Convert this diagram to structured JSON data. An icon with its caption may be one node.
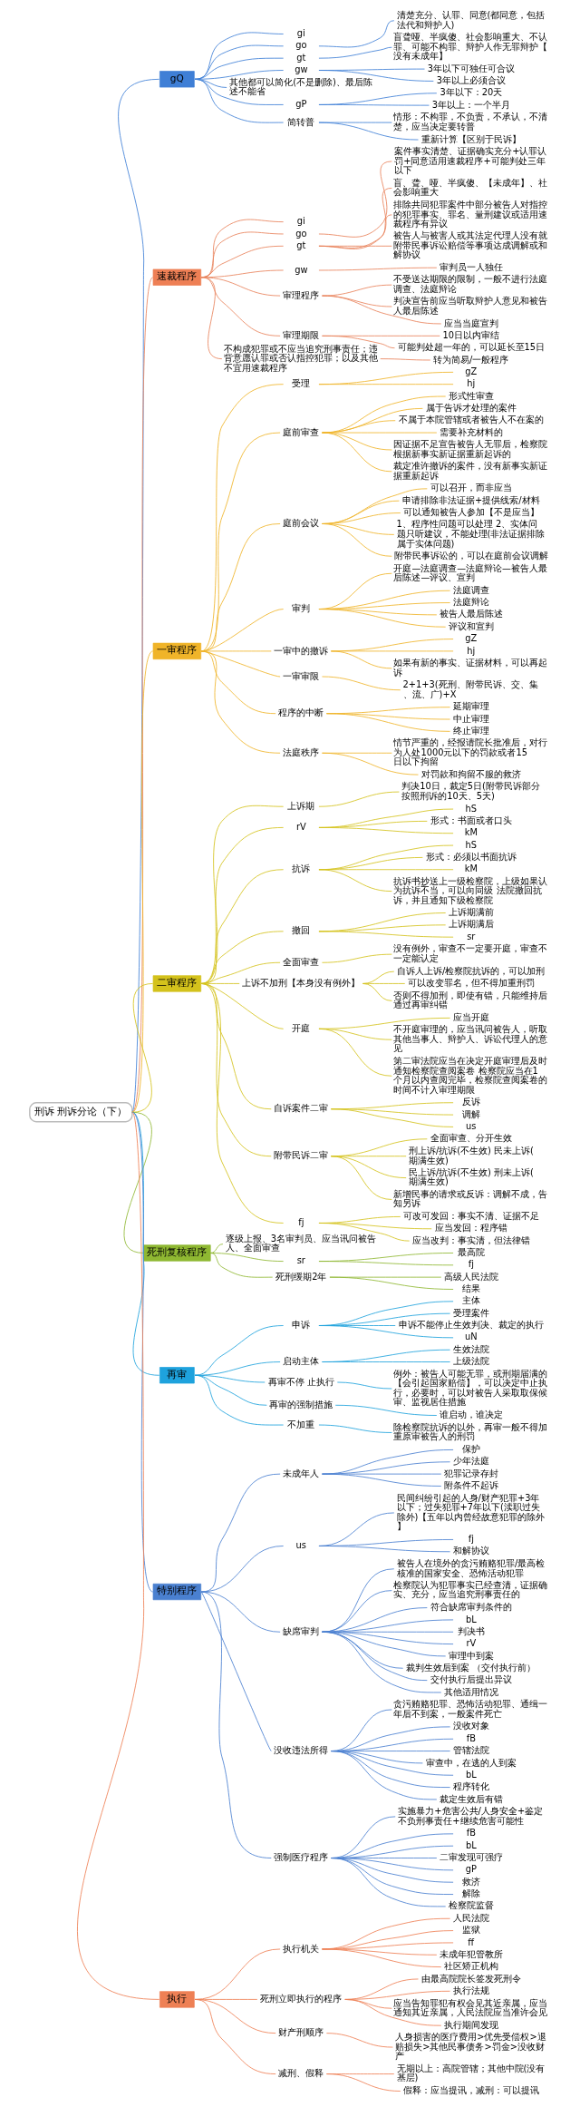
{
  "diagram": {
    "nodes": [
      {
        "text": [
          "刑诉 刑诉分论（下）"
        ]
      },
      {
        "text": [
          "gQ"
        ]
      },
      {
        "text": [
          "gi"
        ]
      },
      {
        "text": [
          "go"
        ]
      },
      {
        "text": [
          "清楚充分、认罪、同意(都同意，包括法代和辩护人)"
        ]
      },
      {
        "text": [
          "gt"
        ]
      },
      {
        "text": [
          "盲聋哑、半疯傻、社会影响重大、不认罪、可能不构罪、辩护人作无罪辩护【没有未成年】"
        ]
      },
      {
        "text": [
          "gw"
        ]
      },
      {
        "text": [
          "3年以下可独任可合议"
        ]
      },
      {
        "text": [
          "3年以上必须合议"
        ]
      },
      {
        "text": [
          "其他都可以简化(不是删除)、最后陈述不能省"
        ]
      },
      {
        "text": [
          "gP"
        ]
      },
      {
        "text": [
          "3年以下：20天"
        ]
      },
      {
        "text": [
          "3年以上：一个半月"
        ]
      },
      {
        "text": [
          "简转普"
        ]
      },
      {
        "text": [
          "情形：不构罪，不负责，不承认，不清楚，应当决定要转普"
        ]
      },
      {
        "text": [
          "重新计算【区别于民诉】"
        ]
      },
      {
        "text": [
          "速裁程序"
        ]
      },
      {
        "text": [
          "gi"
        ]
      },
      {
        "text": [
          "go"
        ]
      },
      {
        "text": [
          "案件事实清楚、证据确实充分+认罪认罚+同意适用速裁程序+可能判处三年以下"
        ]
      },
      {
        "text": [
          "gt"
        ]
      },
      {
        "text": [
          "盲、聋、哑、半疯傻、【未成年】、社会影响重大"
        ]
      },
      {
        "text": [
          "排除共同犯罪案件中部分被告人对指控的犯罪事实、罪名、量刑建议或适用速裁程序有异议"
        ]
      },
      {
        "text": [
          "被告人与被害人或其法定代理人没有就附带民事诉讼赔偿等事项达成调解或和解协议"
        ]
      },
      {
        "text": [
          "gw"
        ]
      },
      {
        "text": [
          "审判员一人独任"
        ]
      },
      {
        "text": [
          "审理程序"
        ]
      },
      {
        "text": [
          "不受送达期限的限制，一般不进行法庭调查、法庭辩论"
        ]
      },
      {
        "text": [
          "判决宣告前应当听取辩护人意见和被告人最后陈述"
        ]
      },
      {
        "text": [
          "应当当庭宣判"
        ]
      },
      {
        "text": [
          "审理期限"
        ]
      },
      {
        "text": [
          "10日以内审结"
        ]
      },
      {
        "text": [
          "可能判处超一年的，可以延长至15日"
        ]
      },
      {
        "text": [
          "不构成犯罪或不应当追究刑事责任；违背意愿认罪或否认指控犯罪；以及其他不宜用速裁程序"
        ]
      },
      {
        "text": [
          "转为简易/一般程序"
        ]
      },
      {
        "text": [
          "一审程序"
        ]
      },
      {
        "text": [
          "受理"
        ]
      },
      {
        "text": [
          "gZ"
        ]
      },
      {
        "text": [
          "hj"
        ]
      },
      {
        "text": [
          "庭前审查"
        ]
      },
      {
        "text": [
          "形式性审查"
        ]
      },
      {
        "text": [
          "属于告诉才处理的案件"
        ]
      },
      {
        "text": [
          "不属于本院管辖或者被告人不在案的"
        ]
      },
      {
        "text": [
          "需要补充材料的"
        ]
      },
      {
        "text": [
          "因证据不足宣告被告人无罪后，检察院根据新事实新证据重新起诉的"
        ]
      },
      {
        "text": [
          "裁定准许撤诉的案件，没有新事实新证据重新起诉"
        ]
      },
      {
        "text": [
          "庭前会议"
        ]
      },
      {
        "text": [
          "可以召开，而非应当"
        ]
      },
      {
        "text": [
          "申请排除非法证据+提供线索/材料"
        ]
      },
      {
        "text": [
          "可以通知被告人参加【不是应当】"
        ]
      },
      {
        "text": [
          "1、程序性问题可以处理 2、实体问题只听建议，不能处理(非法证据排除属于实体问题)"
        ]
      },
      {
        "text": [
          "附带民事诉讼的，可以在庭前会议调解"
        ]
      },
      {
        "text": [
          "审判"
        ]
      },
      {
        "text": [
          "开庭—法庭调查—法庭辩论—被告人最后陈述—评议、宣判"
        ]
      },
      {
        "text": [
          "法庭调查"
        ]
      },
      {
        "text": [
          "法庭辩论"
        ]
      },
      {
        "text": [
          "被告人最后陈述"
        ]
      },
      {
        "text": [
          "评议和宣判"
        ]
      },
      {
        "text": [
          "一审中的撤诉"
        ]
      },
      {
        "text": [
          "gZ"
        ]
      },
      {
        "text": [
          "hj"
        ]
      },
      {
        "text": [
          "如果有新的事实、证据材料，可以再起诉"
        ]
      },
      {
        "text": [
          "一审审限"
        ]
      },
      {
        "text": [
          "2+1+3(死刑、附带民诉、交、集、流、广)+X"
        ]
      },
      {
        "text": [
          "程序的中断"
        ]
      },
      {
        "text": [
          "延期审理"
        ]
      },
      {
        "text": [
          "中止审理"
        ]
      },
      {
        "text": [
          "终止审理"
        ]
      },
      {
        "text": [
          "法庭秩序"
        ]
      },
      {
        "text": [
          "情节严重的，经报请院长批准后，对行为人处1000元以下的罚款或者15日以下拘留"
        ]
      },
      {
        "text": [
          "对罚款和拘留不服的救济"
        ]
      },
      {
        "text": [
          "二审程序"
        ]
      },
      {
        "text": [
          "上诉期"
        ]
      },
      {
        "text": [
          "判决10日，裁定5日(附带民诉部分按照刑诉的10天、5天)"
        ]
      },
      {
        "text": [
          "rV"
        ]
      },
      {
        "text": [
          "hS"
        ]
      },
      {
        "text": [
          "形式：书面或者口头"
        ]
      },
      {
        "text": [
          "kM"
        ]
      },
      {
        "text": [
          "抗诉"
        ]
      },
      {
        "text": [
          "hS"
        ]
      },
      {
        "text": [
          "形式：必须以书面抗诉"
        ]
      },
      {
        "text": [
          "kM"
        ]
      },
      {
        "text": [
          "抗诉书抄送上一级检察院，上级如果认为抗诉不当，可以向同级 法院撤回抗诉，并且通知下级检察院"
        ]
      },
      {
        "text": [
          "撤回"
        ]
      },
      {
        "text": [
          "上诉期满前"
        ]
      },
      {
        "text": [
          "上诉期满后"
        ]
      },
      {
        "text": [
          "sr"
        ]
      },
      {
        "text": [
          "全面审查"
        ]
      },
      {
        "text": [
          "没有例外，审查不一定要开庭，审查不一定能认定"
        ]
      },
      {
        "text": [
          "上诉不加刑【本身没有例外】"
        ]
      },
      {
        "text": [
          "自诉人上诉/检察院抗诉的，可以加刑"
        ]
      },
      {
        "text": [
          "可以改变罪名，但不得加重刑罚"
        ]
      },
      {
        "text": [
          "否则不得加刑，即使有错，只能维持后通过再审纠错"
        ]
      },
      {
        "text": [
          "开庭"
        ]
      },
      {
        "text": [
          "应当开庭"
        ]
      },
      {
        "text": [
          "不开庭审理的，应当讯问被告人，听取其他当事人、辩护人、诉讼代理人的意见"
        ]
      },
      {
        "text": [
          "第二审法院应当在决定开庭审理后及时通知检察院查阅案卷 检察院应当在1个月以内查阅完毕，检察院查阅案卷的时间不计入审理期限"
        ]
      },
      {
        "text": [
          "自诉案件二审"
        ]
      },
      {
        "text": [
          "反诉"
        ]
      },
      {
        "text": [
          "调解"
        ]
      },
      {
        "text": [
          "us"
        ]
      },
      {
        "text": [
          "附带民诉二审"
        ]
      },
      {
        "text": [
          "全面审查、分开生效"
        ]
      },
      {
        "text": [
          "刑上诉/抗诉(不生效) 民未上诉(期满生效)"
        ]
      },
      {
        "text": [
          "民上诉/抗诉(不生效) 刑未上诉(期满生效)"
        ]
      },
      {
        "text": [
          "新增民事的请求或反诉：调解不成，告知另诉"
        ]
      },
      {
        "text": [
          "fj"
        ]
      },
      {
        "text": [
          "可改可发回：事实不清、证据不足"
        ]
      },
      {
        "text": [
          "应当发回：程序错"
        ]
      },
      {
        "text": [
          "应当改判：事实清，但法律错"
        ]
      },
      {
        "text": [
          "死刑复核程序"
        ]
      },
      {
        "text": [
          "逐级上报、3名审判员、应当讯问被告人、全面审查"
        ]
      },
      {
        "text": [
          "sr"
        ]
      },
      {
        "text": [
          "最高院"
        ]
      },
      {
        "text": [
          "fj"
        ]
      },
      {
        "text": [
          "死刑缓期2年"
        ]
      },
      {
        "text": [
          "高级人民法院"
        ]
      },
      {
        "text": [
          "结果"
        ]
      },
      {
        "text": [
          "再审"
        ]
      },
      {
        "text": [
          "申诉"
        ]
      },
      {
        "text": [
          "主体"
        ]
      },
      {
        "text": [
          "受理案件"
        ]
      },
      {
        "text": [
          "申诉不能停止生效判决、裁定的执行"
        ]
      },
      {
        "text": [
          "uN"
        ]
      },
      {
        "text": [
          "启动主体"
        ]
      },
      {
        "text": [
          "生效法院"
        ]
      },
      {
        "text": [
          "上级法院"
        ]
      },
      {
        "text": [
          "再审不停 止执行"
        ]
      },
      {
        "text": [
          "例外：被告人可能无罪，或刑期届满的【会引起国家赔偿】，可以决定中止执行，必要时，可以对被告人采取取保候审、监视居住措施"
        ]
      },
      {
        "text": [
          "再审的强制措施"
        ]
      },
      {
        "text": [
          "谁启动，谁决定"
        ]
      },
      {
        "text": [
          "不加重"
        ]
      },
      {
        "text": [
          "除检察院抗诉的以外，再审一般不得加重原审被告人的刑罚"
        ]
      },
      {
        "text": [
          "特别程序"
        ]
      },
      {
        "text": [
          "未成年人"
        ]
      },
      {
        "text": [
          "保护"
        ]
      },
      {
        "text": [
          "少年法庭"
        ]
      },
      {
        "text": [
          "犯罪记录存封"
        ]
      },
      {
        "text": [
          "附条件不起诉"
        ]
      },
      {
        "text": [
          "us"
        ]
      },
      {
        "text": [
          "民间纠纷引起的人身/财产犯罪+3年以下；过失犯罪+7年以下(渎职过失除外)【五年以内曾经故意犯罪的除外】"
        ]
      },
      {
        "text": [
          "fj"
        ]
      },
      {
        "text": [
          "和解协议"
        ]
      },
      {
        "text": [
          "缺席审判"
        ]
      },
      {
        "text": [
          "被告人在境外的贪污贿赂犯罪/最高检核准的国家安全、恐怖活动犯罪"
        ]
      },
      {
        "text": [
          "检察院认为犯罪事实已经查清，证据确实、充分，应当追究刑事责任的"
        ]
      },
      {
        "text": [
          "符合缺席审判条件的"
        ]
      },
      {
        "text": [
          "bL"
        ]
      },
      {
        "text": [
          "判决书"
        ]
      },
      {
        "text": [
          "rV"
        ]
      },
      {
        "text": [
          "审理中到案"
        ]
      },
      {
        "text": [
          "裁判生效后到案 （交付执行前）"
        ]
      },
      {
        "text": [
          "交付执行后提出异议"
        ]
      },
      {
        "text": [
          "其他适用情况"
        ]
      },
      {
        "text": [
          "没收违法所得"
        ]
      },
      {
        "text": [
          "贪污贿赂犯罪、恐怖活动犯罪、通缉一年后不到案，一般案件死亡"
        ]
      },
      {
        "text": [
          "没收对象"
        ]
      },
      {
        "text": [
          "fB"
        ]
      },
      {
        "text": [
          "管辖法院"
        ]
      },
      {
        "text": [
          "审查中，在逃的人到案"
        ]
      },
      {
        "text": [
          "bL"
        ]
      },
      {
        "text": [
          "程序转化"
        ]
      },
      {
        "text": [
          "裁定生效后有错"
        ]
      },
      {
        "text": [
          "强制医疗程序"
        ]
      },
      {
        "text": [
          "实施暴力+危害公共/人身安全+鉴定不负刑事责任+继续危害可能性"
        ]
      },
      {
        "text": [
          "fB"
        ]
      },
      {
        "text": [
          "bL"
        ]
      },
      {
        "text": [
          "二审发现可强疗"
        ]
      },
      {
        "text": [
          "gP"
        ]
      },
      {
        "text": [
          "救济"
        ]
      },
      {
        "text": [
          "解除"
        ]
      },
      {
        "text": [
          "检察院监督"
        ]
      },
      {
        "text": [
          "执行"
        ]
      },
      {
        "text": [
          "执行机关"
        ]
      },
      {
        "text": [
          "人民法院"
        ]
      },
      {
        "text": [
          "监狱"
        ]
      },
      {
        "text": [
          "ff"
        ]
      },
      {
        "text": [
          "未成年犯管教所"
        ]
      },
      {
        "text": [
          "社区矫正机构"
        ]
      },
      {
        "text": [
          "死刑立即执行的程序"
        ]
      },
      {
        "text": [
          "由最高院院长签发死刑令"
        ]
      },
      {
        "text": [
          "执行法规"
        ]
      },
      {
        "text": [
          "应当告知罪犯有权会见其近亲属，应当通知其近亲属，人民法院应当准许会见"
        ]
      },
      {
        "text": [
          "执行期间发现"
        ]
      },
      {
        "text": [
          "财产刑顺序"
        ]
      },
      {
        "text": [
          "人身损害的医疗费用>优先受偿权>退赔损失>其他民事债务>罚金>没收财产"
        ]
      },
      {
        "text": [
          "减刑、假释"
        ]
      },
      {
        "text": [
          "无期以上：高院管辖；其他中院(没有基层)"
        ]
      },
      {
        "text": [
          "假释：应当提讯，减刑：可以提讯"
        ]
      }
    ],
    "edges": [
      {
        "from": 0,
        "to": 1,
        "arrow": "none",
        "color": "#3f7fd6"
      },
      {
        "from": 1,
        "to": 2,
        "arrow": "none",
        "color": "#3f7fd6"
      },
      {
        "from": 1,
        "to": 3,
        "arrow": "none",
        "color": "#3f7fd6"
      },
      {
        "from": 3,
        "to": 4,
        "arrow": "none",
        "color": "#3f7fd6"
      },
      {
        "from": 1,
        "to": 5,
        "arrow": "none",
        "color": "#3f7fd6"
      },
      {
        "from": 5,
        "to": 6,
        "arrow": "none",
        "color": "#3f7fd6"
      },
      {
        "from": 1,
        "to": 7,
        "arrow": "none",
        "color": "#3f7fd6"
      },
      {
        "from": 7,
        "to": 8,
        "arrow": "none",
        "color": "#3f7fd6"
      },
      {
        "from": 7,
        "to": 9,
        "arrow": "none",
        "color": "#3f7fd6"
      },
      {
        "from": 1,
        "to": 10,
        "arrow": "none",
        "color": "#3f7fd6"
      },
      {
        "from": 1,
        "to": 11,
        "arrow": "none",
        "color": "#3f7fd6"
      },
      {
        "from": 11,
        "to": 12,
        "arrow": "none",
        "color": "#3f7fd6"
      },
      {
        "from": 11,
        "to": 13,
        "arrow": "none",
        "color": "#3f7fd6"
      },
      {
        "from": 1,
        "to": 14,
        "arrow": "none",
        "color": "#3f7fd6"
      },
      {
        "from": 14,
        "to": 15,
        "arrow": "none",
        "color": "#3f7fd6"
      },
      {
        "from": 14,
        "to": 16,
        "arrow": "none",
        "color": "#3f7fd6"
      },
      {
        "from": 0,
        "to": 17,
        "arrow": "none",
        "color": "#e8825a"
      },
      {
        "from": 17,
        "to": 18,
        "arrow": "none",
        "color": "#e8825a"
      },
      {
        "from": 17,
        "to": 19,
        "arrow": "none",
        "color": "#e8825a"
      },
      {
        "from": 19,
        "to": 20,
        "arrow": "none",
        "color": "#e8825a"
      },
      {
        "from": 17,
        "to": 21,
        "arrow": "none",
        "color": "#e8825a"
      },
      {
        "from": 21,
        "to": 22,
        "arrow": "none",
        "color": "#e8825a"
      },
      {
        "from": 21,
        "to": 23,
        "arrow": "none",
        "color": "#e8825a"
      },
      {
        "from": 21,
        "to": 24,
        "arrow": "none",
        "color": "#e8825a"
      },
      {
        "from": 17,
        "to": 25,
        "arrow": "none",
        "color": "#e8825a"
      },
      {
        "from": 25,
        "to": 26,
        "arrow": "none",
        "color": "#e8825a"
      },
      {
        "from": 17,
        "to": 27,
        "arrow": "none",
        "color": "#e8825a"
      },
      {
        "from": 27,
        "to": 28,
        "arrow": "none",
        "color": "#e8825a"
      },
      {
        "from": 27,
        "to": 29,
        "arrow": "none",
        "color": "#e8825a"
      },
      {
        "from": 27,
        "to": 30,
        "arrow": "none",
        "color": "#e8825a"
      },
      {
        "from": 17,
        "to": 31,
        "arrow": "none",
        "color": "#e8825a"
      },
      {
        "from": 31,
        "to": 32,
        "arrow": "none",
        "color": "#e8825a"
      },
      {
        "from": 31,
        "to": 33,
        "arrow": "none",
        "color": "#e8825a"
      },
      {
        "from": 17,
        "to": 34,
        "arrow": "none",
        "color": "#e8825a"
      },
      {
        "from": 34,
        "to": 35,
        "arrow": "none",
        "color": "#e8825a"
      },
      {
        "from": 0,
        "to": 36,
        "arrow": "none",
        "color": "#f0b429"
      },
      {
        "from": 36,
        "to": 37,
        "arrow": "none",
        "color": "#f0b429"
      },
      {
        "from": 37,
        "to": 38,
        "arrow": "none",
        "color": "#f0b429"
      },
      {
        "from": 37,
        "to": 39,
        "arrow": "none",
        "color": "#f0b429"
      },
      {
        "from": 36,
        "to": 40,
        "arrow": "none",
        "color": "#f0b429"
      },
      {
        "from": 40,
        "to": 41,
        "arrow": "none",
        "color": "#f0b429"
      },
      {
        "from": 40,
        "to": 42,
        "arrow": "none",
        "color": "#f0b429"
      },
      {
        "from": 40,
        "to": 43,
        "arrow": "none",
        "color": "#f0b429"
      },
      {
        "from": 40,
        "to": 44,
        "arrow": "none",
        "color": "#f0b429"
      },
      {
        "from": 40,
        "to": 45,
        "arrow": "none",
        "color": "#f0b429"
      },
      {
        "from": 40,
        "to": 46,
        "arrow": "none",
        "color": "#f0b429"
      },
      {
        "from": 36,
        "to": 47,
        "arrow": "none",
        "color": "#f0b429"
      },
      {
        "from": 47,
        "to": 48,
        "arrow": "none",
        "color": "#f0b429"
      },
      {
        "from": 47,
        "to": 49,
        "arrow": "none",
        "color": "#f0b429"
      },
      {
        "from": 47,
        "to": 50,
        "arrow": "none",
        "color": "#f0b429"
      },
      {
        "from": 47,
        "to": 51,
        "arrow": "none",
        "color": "#f0b429"
      },
      {
        "from": 47,
        "to": 52,
        "arrow": "none",
        "color": "#f0b429"
      },
      {
        "from": 36,
        "to": 53,
        "arrow": "none",
        "color": "#f0b429"
      },
      {
        "from": 53,
        "to": 54,
        "arrow": "none",
        "color": "#f0b429"
      },
      {
        "from": 53,
        "to": 55,
        "arrow": "none",
        "color": "#f0b429"
      },
      {
        "from": 53,
        "to": 56,
        "arrow": "none",
        "color": "#f0b429"
      },
      {
        "from": 53,
        "to": 57,
        "arrow": "none",
        "color": "#f0b429"
      },
      {
        "from": 53,
        "to": 58,
        "arrow": "none",
        "color": "#f0b429"
      },
      {
        "from": 36,
        "to": 59,
        "arrow": "none",
        "color": "#f0b429"
      },
      {
        "from": 59,
        "to": 60,
        "arrow": "none",
        "color": "#f0b429"
      },
      {
        "from": 59,
        "to": 61,
        "arrow": "none",
        "color": "#f0b429"
      },
      {
        "from": 59,
        "to": 62,
        "arrow": "none",
        "color": "#f0b429"
      },
      {
        "from": 36,
        "to": 63,
        "arrow": "none",
        "color": "#f0b429"
      },
      {
        "from": 63,
        "to": 64,
        "arrow": "none",
        "color": "#f0b429"
      },
      {
        "from": 36,
        "to": 65,
        "arrow": "none",
        "color": "#f0b429"
      },
      {
        "from": 65,
        "to": 66,
        "arrow": "none",
        "color": "#f0b429"
      },
      {
        "from": 65,
        "to": 67,
        "arrow": "none",
        "color": "#f0b429"
      },
      {
        "from": 65,
        "to": 68,
        "arrow": "none",
        "color": "#f0b429"
      },
      {
        "from": 36,
        "to": 69,
        "arrow": "none",
        "color": "#f0b429"
      },
      {
        "from": 69,
        "to": 70,
        "arrow": "none",
        "color": "#f0b429"
      },
      {
        "from": 69,
        "to": 71,
        "arrow": "none",
        "color": "#f0b429"
      },
      {
        "from": 0,
        "to": 72,
        "arrow": "none"
      },
      {
        "from": 72,
        "to": 73,
        "arrow": "none"
      },
      {
        "from": 73,
        "to": 74,
        "arrow": "none"
      },
      {
        "from": 72,
        "to": 75,
        "arrow": "none"
      },
      {
        "from": 75,
        "to": 76,
        "arrow": "none"
      },
      {
        "from": 75,
        "to": 77,
        "arrow": "none"
      },
      {
        "from": 75,
        "to": 78,
        "arrow": "none"
      },
      {
        "from": 72,
        "to": 79,
        "arrow": "none"
      },
      {
        "from": 79,
        "to": 80,
        "arrow": "none"
      },
      {
        "from": 79,
        "to": 81,
        "arrow": "none"
      },
      {
        "from": 79,
        "to": 82,
        "arrow": "none"
      },
      {
        "from": 79,
        "to": 83,
        "arrow": "none"
      },
      {
        "from": 72,
        "to": 84,
        "arrow": "none"
      },
      {
        "from": 84,
        "to": 85,
        "arrow": "none"
      },
      {
        "from": 84,
        "to": 86,
        "arrow": "none"
      },
      {
        "from": 84,
        "to": 87,
        "arrow": "none"
      },
      {
        "from": 72,
        "to": 88,
        "arrow": "none"
      },
      {
        "from": 88,
        "to": 89,
        "arrow": "none"
      },
      {
        "from": 72,
        "to": 90,
        "arrow": "none"
      },
      {
        "from": 90,
        "to": 91,
        "arrow": "none"
      },
      {
        "from": 90,
        "to": 92,
        "arrow": "none"
      },
      {
        "from": 90,
        "to": 93,
        "arrow": "none"
      },
      {
        "from": 72,
        "to": 94,
        "arrow": "none"
      },
      {
        "from": 94,
        "to": 95,
        "arrow": "none"
      },
      {
        "from": 94,
        "to": 96,
        "arrow": "none"
      },
      {
        "from": 94,
        "to": 97,
        "arrow": "none"
      },
      {
        "from": 72,
        "to": 98,
        "arrow": "none"
      },
      {
        "from": 98,
        "to": 99,
        "arrow": "none"
      },
      {
        "from": 98,
        "to": 100,
        "arrow": "none"
      },
      {
        "from": 98,
        "to": 101,
        "arrow": "none"
      },
      {
        "from": 72,
        "to": 102,
        "arrow": "none"
      },
      {
        "from": 102,
        "to": 103,
        "arrow": "none"
      },
      {
        "from": 102,
        "to": 104,
        "arrow": "none"
      },
      {
        "from": 102,
        "to": 105,
        "arrow": "none"
      },
      {
        "from": 102,
        "to": 106,
        "arrow": "none"
      },
      {
        "from": 72,
        "to": 107,
        "arrow": "none"
      },
      {
        "from": 107,
        "to": 108,
        "arrow": "none"
      },
      {
        "from": 107,
        "to": 109,
        "arrow": "none"
      },
      {
        "from": 107,
        "to": 110,
        "arrow": "none"
      },
      {
        "from": 0,
        "to": 111,
        "arrow": "none",
        "color": "#8fb832"
      },
      {
        "from": 111,
        "to": 112,
        "arrow": "none",
        "color": "#8fb832"
      },
      {
        "from": 111,
        "to": 113,
        "arrow": "none",
        "color": "#8fb832"
      },
      {
        "from": 113,
        "to": 114,
        "arrow": "none",
        "color": "#8fb832"
      },
      {
        "from": 113,
        "to": 115,
        "arrow": "none",
        "color": "#8fb832"
      },
      {
        "from": 111,
        "to": 116,
        "arrow": "none",
        "color": "#8fb832"
      },
      {
        "from": 116,
        "to": 117,
        "arrow": "none",
        "color": "#8fb832"
      },
      {
        "from": 116,
        "to": 118,
        "arrow": "none",
        "color": "#8fb832"
      },
      {
        "from": 0,
        "to": 119,
        "arrow": "none",
        "color": "#1ea2dd"
      },
      {
        "from": 119,
        "to": 120,
        "arrow": "none",
        "color": "#1ea2dd"
      },
      {
        "from": 120,
        "to": 121,
        "arrow": "none",
        "color": "#1ea2dd"
      },
      {
        "from": 120,
        "to": 122,
        "arrow": "none",
        "color": "#1ea2dd"
      },
      {
        "from": 120,
        "to": 123,
        "arrow": "none",
        "color": "#1ea2dd"
      },
      {
        "from": 120,
        "to": 124,
        "arrow": "none",
        "color": "#1ea2dd"
      },
      {
        "from": 119,
        "to": 125,
        "arrow": "none",
        "color": "#1ea2dd"
      },
      {
        "from": 125,
        "to": 126,
        "arrow": "none",
        "color": "#1ea2dd"
      },
      {
        "from": 125,
        "to": 127,
        "arrow": "none",
        "color": "#1ea2dd"
      },
      {
        "from": 119,
        "to": 128,
        "arrow": "none",
        "color": "#1ea2dd"
      },
      {
        "from": 128,
        "to": 129,
        "arrow": "none",
        "color": "#1ea2dd"
      },
      {
        "from": 119,
        "to": 130,
        "arrow": "none",
        "color": "#1ea2dd"
      },
      {
        "from": 130,
        "to": 131,
        "arrow": "none",
        "color": "#1ea2dd"
      },
      {
        "from": 119,
        "to": 132,
        "arrow": "none",
        "color": "#1ea2dd"
      },
      {
        "from": 132,
        "to": 133,
        "arrow": "none",
        "color": "#1ea2dd"
      },
      {
        "from": 0,
        "to": 134,
        "arrow": "none",
        "color": "#4a80d0"
      },
      {
        "from": 134,
        "to": 135,
        "arrow": "none",
        "color": "#4a80d0"
      },
      {
        "from": 135,
        "to": 136,
        "arrow": "none",
        "color": "#4a80d0"
      },
      {
        "from": 135,
        "to": 137,
        "arrow": "none",
        "color": "#4a80d0"
      },
      {
        "from": 135,
        "to": 138,
        "arrow": "none",
        "color": "#4a80d0"
      },
      {
        "from": 135,
        "to": 139,
        "arrow": "none",
        "color": "#4a80d0"
      },
      {
        "from": 134,
        "to": 140,
        "arrow": "none",
        "color": "#4a80d0"
      },
      {
        "from": 140,
        "to": 141,
        "arrow": "none",
        "color": "#4a80d0"
      },
      {
        "from": 140,
        "to": 142,
        "arrow": "none",
        "color": "#4a80d0"
      },
      {
        "from": 140,
        "to": 143,
        "arrow": "none",
        "color": "#4a80d0"
      },
      {
        "from": 134,
        "to": 144,
        "arrow": "none",
        "color": "#4a80d0"
      },
      {
        "from": 144,
        "to": 145,
        "arrow": "none",
        "color": "#4a80d0"
      },
      {
        "from": 144,
        "to": 146,
        "arrow": "none",
        "color": "#4a80d0"
      },
      {
        "from": 144,
        "to": 147,
        "arrow": "none",
        "color": "#4a80d0"
      },
      {
        "from": 144,
        "to": 148,
        "arrow": "none",
        "color": "#4a80d0"
      },
      {
        "from": 144,
        "to": 149,
        "arrow": "none",
        "color": "#4a80d0"
      },
      {
        "from": 144,
        "to": 150,
        "arrow": "none",
        "color": "#4a80d0"
      },
      {
        "from": 144,
        "to": 151,
        "arrow": "none",
        "color": "#4a80d0"
      },
      {
        "from": 144,
        "to": 152,
        "arrow": "none",
        "color": "#4a80d0"
      },
      {
        "from": 144,
        "to": 153,
        "arrow": "none",
        "color": "#4a80d0"
      },
      {
        "from": 144,
        "to": 154,
        "arrow": "none",
        "color": "#4a80d0"
      },
      {
        "from": 134,
        "to": 155,
        "arrow": "none",
        "color": "#4a80d0"
      },
      {
        "from": 155,
        "to": 156,
        "arrow": "none",
        "color": "#4a80d0"
      },
      {
        "from": 155,
        "to": 157,
        "arrow": "none",
        "color": "#4a80d0"
      },
      {
        "from": 155,
        "to": 158,
        "arrow": "none",
        "color": "#4a80d0"
      },
      {
        "from": 155,
        "to": 159,
        "arrow": "none",
        "color": "#4a80d0"
      },
      {
        "from": 155,
        "to": 160,
        "arrow": "none",
        "color": "#4a80d0"
      },
      {
        "from": 155,
        "to": 161,
        "arrow": "none",
        "color": "#4a80d0"
      },
      {
        "from": 155,
        "to": 162,
        "arrow": "none",
        "color": "#4a80d0"
      },
      {
        "from": 155,
        "to": 163,
        "arrow": "none",
        "color": "#4a80d0"
      },
      {
        "from": 134,
        "to": 164,
        "arrow": "none",
        "color": "#4a80d0"
      },
      {
        "from": 164,
        "to": 165,
        "arrow": "none",
        "color": "#4a80d0"
      },
      {
        "from": 164,
        "to": 166,
        "arrow": "none",
        "color": "#4a80d0"
      },
      {
        "from": 164,
        "to": 167,
        "arrow": "none",
        "color": "#4a80d0"
      },
      {
        "from": 164,
        "to": 168,
        "arrow": "none",
        "color": "#4a80d0"
      },
      {
        "from": 164,
        "to": 169,
        "arrow": "none",
        "color": "#4a80d0"
      },
      {
        "from": 164,
        "to": 170,
        "arrow": "none",
        "color": "#4a80d0"
      },
      {
        "from": 164,
        "to": 171,
        "arrow": "none",
        "color": "#4a80d0"
      },
      {
        "from": 164,
        "to": 172,
        "arrow": "none",
        "color": "#4a80d0"
      },
      {
        "from": 0,
        "to": 173,
        "arrow": "none",
        "color": "#ee8055"
      },
      {
        "from": 173,
        "to": 174,
        "arrow": "none",
        "color": "#ee8055"
      },
      {
        "from": 174,
        "to": 175,
        "arrow": "none",
        "color": "#ee8055"
      },
      {
        "from": 174,
        "to": 176,
        "arrow": "none",
        "color": "#ee8055"
      },
      {
        "from": 174,
        "to": 177,
        "arrow": "none",
        "color": "#ee8055"
      },
      {
        "from": 174,
        "to": 178,
        "arrow": "none",
        "color": "#ee8055"
      },
      {
        "from": 174,
        "to": 179,
        "arrow": "none",
        "color": "#ee8055"
      },
      {
        "from": 173,
        "to": 180,
        "arrow": "none",
        "color": "#ee8055"
      },
      {
        "from": 180,
        "to": 181,
        "arrow": "none",
        "color": "#ee8055"
      },
      {
        "from": 180,
        "to": 182,
        "arrow": "none",
        "color": "#ee8055"
      },
      {
        "from": 180,
        "to": 183,
        "arrow": "none",
        "color": "#ee8055"
      },
      {
        "from": 180,
        "to": 184,
        "arrow": "none",
        "color": "#ee8055"
      },
      {
        "from": 173,
        "to": 185,
        "arrow": "none",
        "color": "#ee8055"
      },
      {
        "from": 185,
        "to": 186,
        "arrow": "none",
        "color": "#ee8055"
      },
      {
        "from": 173,
        "to": 187,
        "arrow": "none",
        "color": "#ee8055"
      },
      {
        "from": 187,
        "to": 188,
        "arrow": "none",
        "color": "#ee8055"
      },
      {
        "from": 187,
        "to": 189,
        "arrow": "none",
        "color": "#ee8055"
      }
    ]
  }
}
